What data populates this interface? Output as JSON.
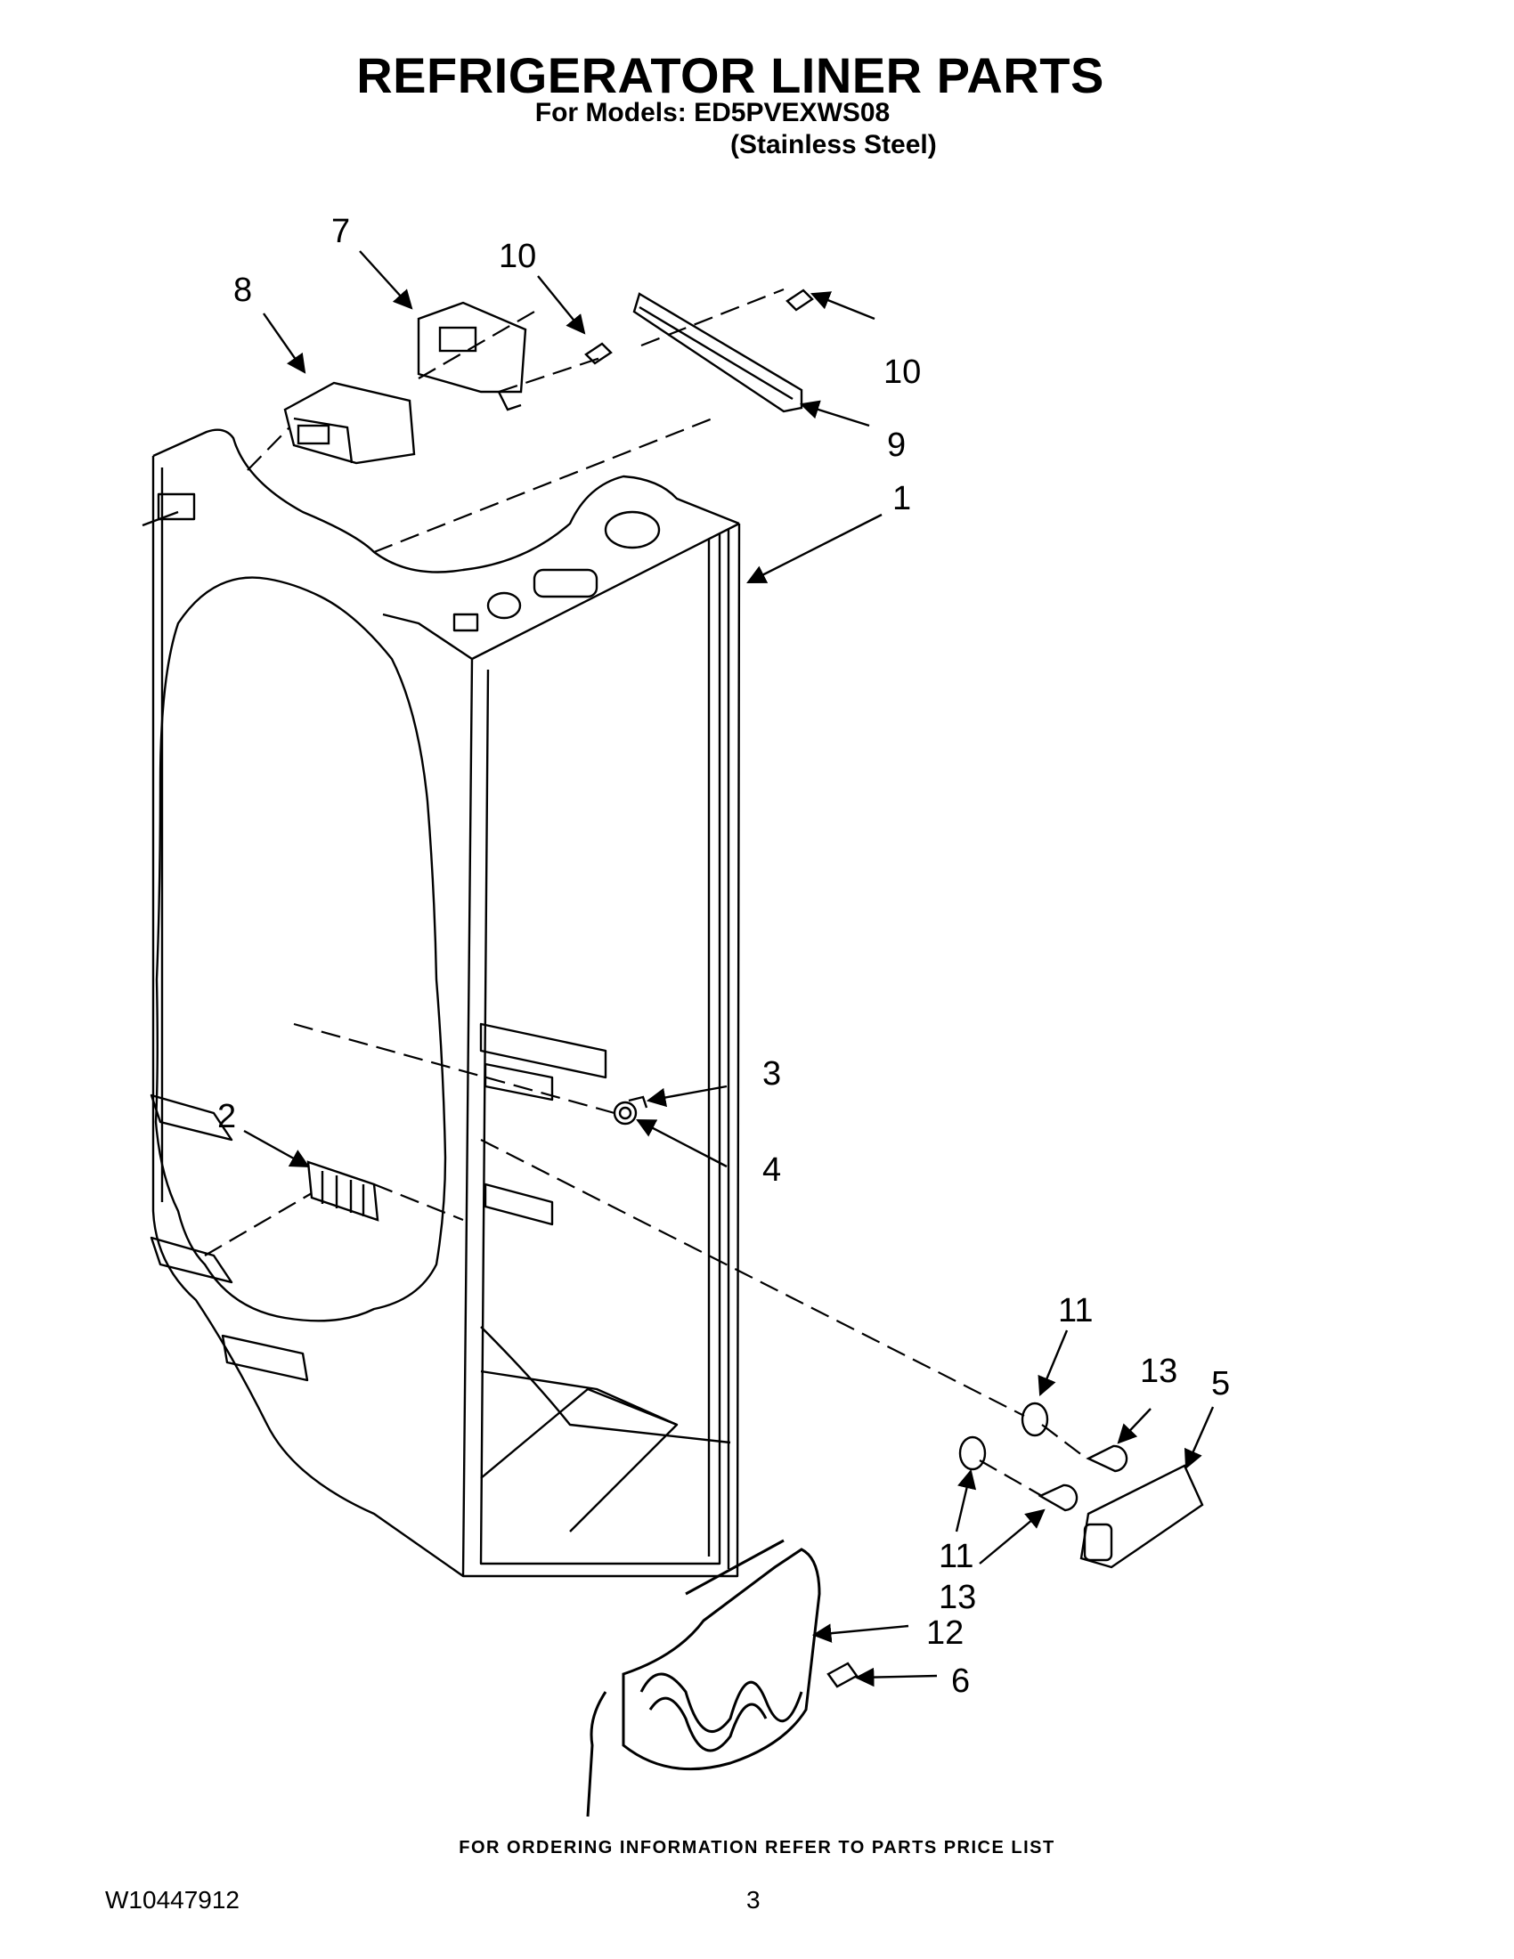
{
  "header": {
    "title": "REFRIGERATOR LINER PARTS",
    "models_line": "For Models: ED5PVEXWS08",
    "finish": "(Stainless Steel)"
  },
  "callouts": {
    "c1": "1",
    "c2": "2",
    "c3": "3",
    "c4": "4",
    "c5": "5",
    "c6": "6",
    "c7": "7",
    "c8": "8",
    "c9": "9",
    "c10a": "10",
    "c10b": "10",
    "c11a": "11",
    "c11b": "11",
    "c12": "12",
    "c13a": "13",
    "c13b": "13"
  },
  "footer": {
    "note": "FOR ORDERING INFORMATION REFER TO PARTS PRICE LIST",
    "doc_id": "W10447912",
    "page": "3"
  }
}
